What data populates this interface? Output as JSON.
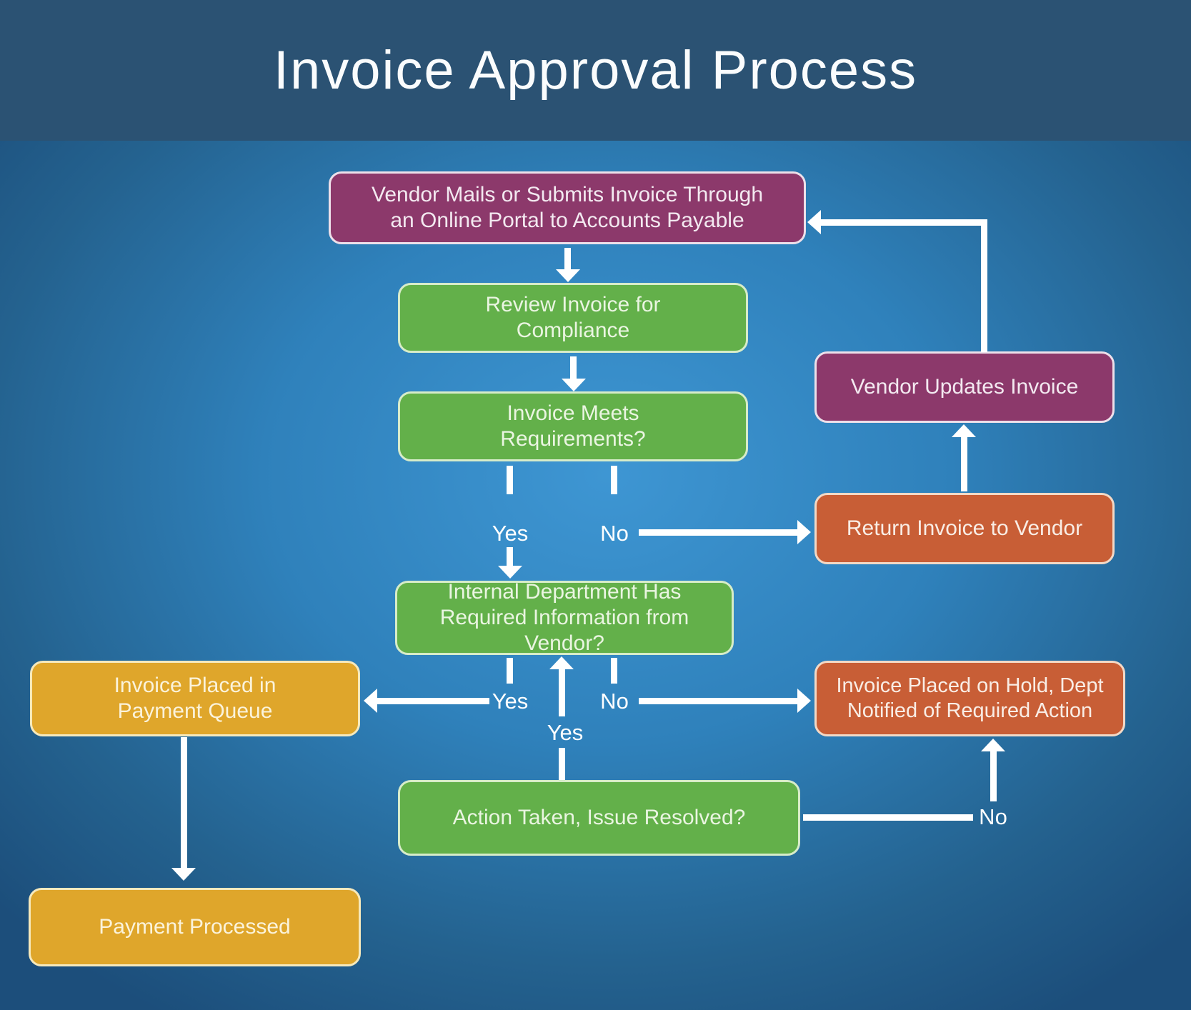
{
  "title": "Invoice Approval Process",
  "colors": {
    "header_bg": "#2B5273",
    "background_center": "#3E96D3",
    "background_edge": "#1C4E7B",
    "purple": "#8C396B",
    "green": "#63B04A",
    "orange": "#C85E36",
    "yellow": "#DFA62B",
    "arrow": "#FFFFFF",
    "title_text": "#FAFCFD"
  },
  "flow": {
    "nodes": {
      "vendor_submits": {
        "line1": "Vendor Mails or Submits Invoice Through",
        "line2": "an Online Portal to Accounts Payable",
        "color": "purple"
      },
      "review_invoice": {
        "line1": "Review Invoice for",
        "line2": "Compliance",
        "color": "green"
      },
      "meets_requirements": {
        "line1": "Invoice Meets",
        "line2": "Requirements?",
        "color": "green"
      },
      "vendor_updates": {
        "line1": "Vendor Updates Invoice",
        "color": "purple"
      },
      "return_invoice": {
        "line1": "Return Invoice to Vendor",
        "color": "orange"
      },
      "internal_dept": {
        "line1": "Internal Department Has",
        "line2": "Required Information from Vendor?",
        "color": "green"
      },
      "payment_queue": {
        "line1": "Invoice Placed in",
        "line2": "Payment Queue",
        "color": "yellow"
      },
      "on_hold": {
        "line1": "Invoice Placed on Hold, Dept",
        "line2": "Notified of Required Action",
        "color": "orange"
      },
      "action_taken": {
        "line1": "Action Taken, Issue Resolved?",
        "color": "green"
      },
      "payment_processed": {
        "line1": "Payment Processed",
        "color": "yellow"
      }
    },
    "edge_labels": {
      "meets_yes": "Yes",
      "meets_no": "No",
      "internal_yes": "Yes",
      "internal_no": "No",
      "action_yes": "Yes",
      "action_no": "No"
    }
  }
}
